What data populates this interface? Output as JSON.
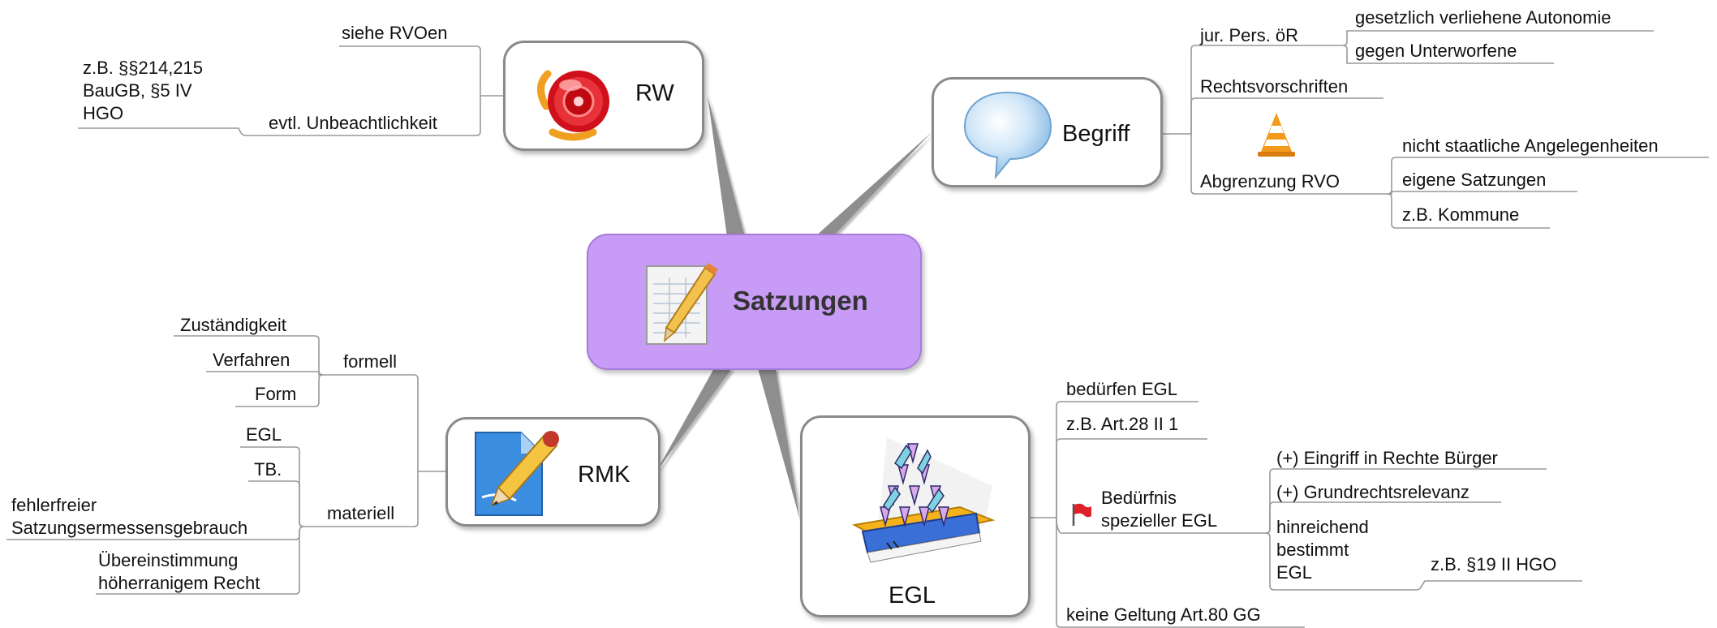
{
  "root": {
    "label": "Satzungen",
    "icon": "document-pencil-icon"
  },
  "topics": {
    "rw": {
      "label": "RW",
      "icon": "alarm-bell-icon",
      "items": [
        "siehe RVOen",
        "evtl. Unbeachtlichkeit"
      ],
      "sub": [
        "z.B. §§214,215",
        "BauGB, §5 IV",
        "HGO"
      ]
    },
    "begriff": {
      "label": "Begriff",
      "icon": "speech-bubble-icon",
      "items": [
        "jur. Pers. öR",
        "Rechtsvorschriften",
        "Abgrenzung RVO"
      ],
      "jur_sub": [
        "gesetzlich verliehene Autonomie",
        "gegen Unterworfene"
      ],
      "abgrenzung_icon": "traffic-cone-icon",
      "abgrenzung_sub": [
        "nicht staatliche Angelegenheiten",
        "eigene Satzungen",
        "z.B. Kommune"
      ]
    },
    "rmk": {
      "label": "RMK",
      "icon": "pencil-document-icon",
      "items": [
        "formell",
        "materiell"
      ],
      "formell_sub": [
        "Zuständigkeit",
        "Verfahren",
        "Form"
      ],
      "materiell_sub": [
        "EGL",
        "TB.",
        "fehlerfreier",
        "Satzungsermessensgebrauch",
        "Übereinstimmung",
        "höherranigem Recht"
      ]
    },
    "egl": {
      "label": "EGL",
      "icon": "house-of-cards-book-icon",
      "items": [
        "bedürfen EGL",
        "z.B. Art.28 II 1",
        "Bedürfnis",
        "spezieller EGL",
        "keine Geltung Art.80 GG"
      ],
      "flag_icon": "red-flag-icon",
      "beduerfnis_sub": [
        "(+) Eingriff in Rechte Bürger",
        "(+) Grundrechtsrelevanz",
        "hinreichend",
        "bestimmt",
        "EGL"
      ],
      "hinreichend_sub": [
        "z.B. §19 II HGO"
      ]
    }
  }
}
